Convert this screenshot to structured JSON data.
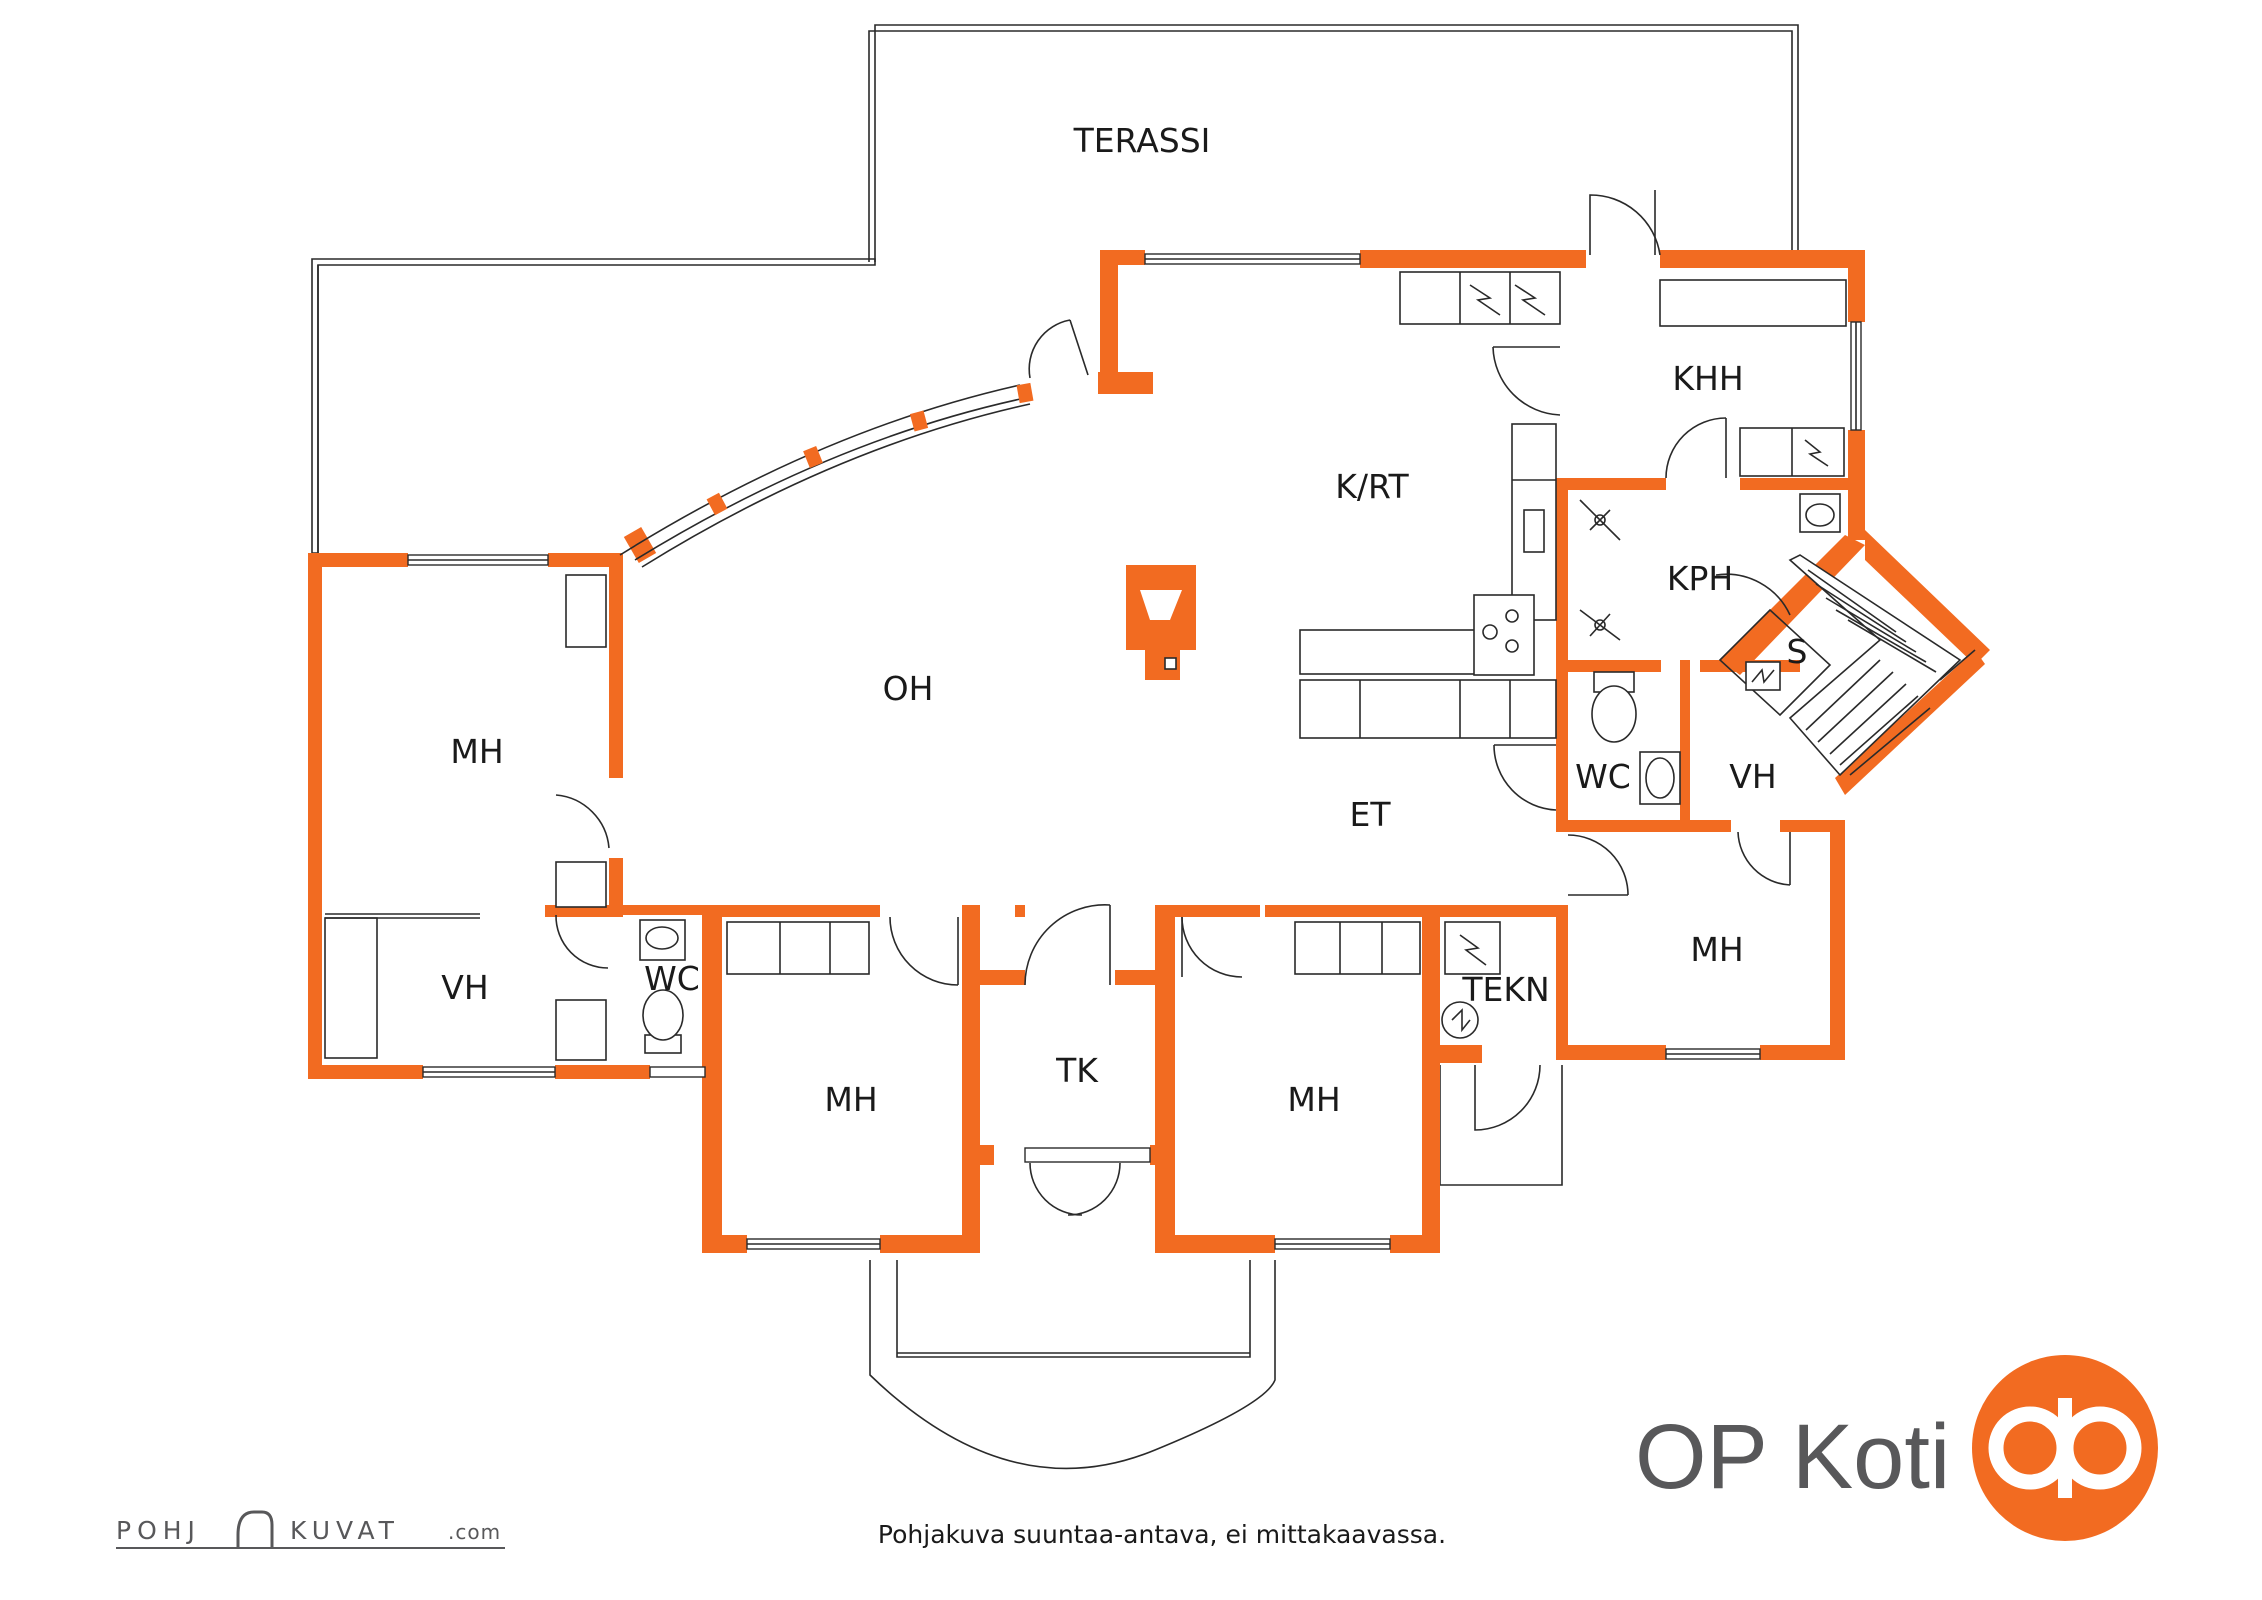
{
  "rooms": {
    "terassi": "TERASSI",
    "k_rt": "K/RT",
    "khh": "KHH",
    "kph": "KPH",
    "s": "S",
    "oh": "OH",
    "mh_left": "MH",
    "et": "ET",
    "wc_right": "WC",
    "vh_right": "VH",
    "vh_left": "VH",
    "wc_left": "WC",
    "mh_bottom_left": "MH",
    "tk": "TK",
    "mh_bottom_mid": "MH",
    "tekn": "TEKN",
    "mh_right": "MH"
  },
  "caption": "Pohjakuva suuntaa-antava, ei mittakaavassa.",
  "watermark": {
    "left": "POHJ",
    "right": "KUVAT",
    "suffix": ".com"
  },
  "brand": {
    "name": "OP Koti"
  },
  "colors": {
    "wall": "#f26b21",
    "line": "#2a2a2a",
    "brand_text": "#58585a"
  },
  "icons": [
    "op-logo-icon",
    "pohjakuvat-logo-icon",
    "stove-icon",
    "fireplace-icon",
    "toilet-icon",
    "sink-icon",
    "shower-icon",
    "door-swing-icon",
    "stairs-icon",
    "boiler-icon"
  ]
}
